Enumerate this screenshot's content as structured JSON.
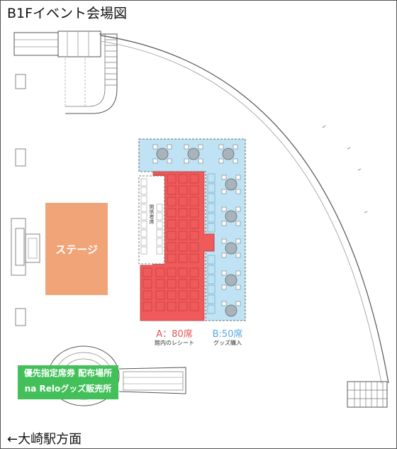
{
  "title": "B1Fイベント会場図",
  "stage_label": "ステージ",
  "zone_a": {
    "title": "A：80席",
    "subtitle": "館内のレシート",
    "color": "#f05a5a"
  },
  "zone_b": {
    "title": "B:50席",
    "subtitle": "グッズ購入",
    "color": "#bfe3f4"
  },
  "guest_area_label": "関係者席",
  "notice": {
    "line1": "優先指定席券 配布場所",
    "line2": "na Reloグッズ販売所",
    "color": "#43c05a"
  },
  "exit_label": "←大崎駅方面",
  "colors": {
    "stage": "#f0a478",
    "outline": "#555555"
  }
}
